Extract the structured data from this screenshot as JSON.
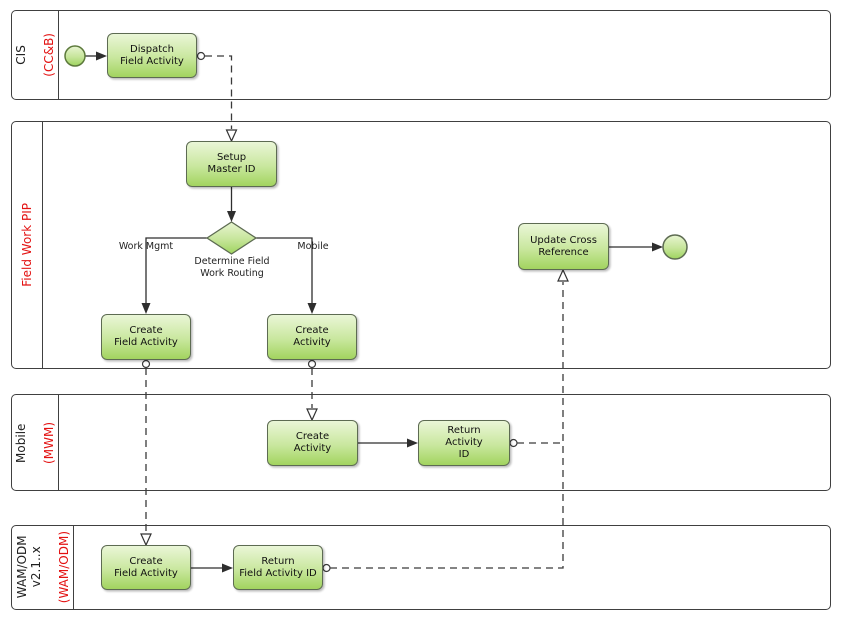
{
  "colors": {
    "label_red": "#e31212",
    "node_fill_top": "#eaf6d7",
    "node_fill_bottom": "#a2d45f",
    "node_border": "#5d6b52",
    "lane_border": "#404040",
    "line": "#333333",
    "event_fill": "#c4e591",
    "event_border": "#5d7a3c"
  },
  "lanes": [
    {
      "system": "CIS",
      "sub": "(CC&B)"
    },
    {
      "system": "",
      "sub": "Field Work PIP"
    },
    {
      "system": "Mobile",
      "sub": "(MWM)"
    },
    {
      "system": "WAM/ODM\nv2.1..x",
      "sub": "(WAM/ODM)"
    }
  ],
  "nodes": {
    "dispatch": {
      "label": "Dispatch\nField Activity"
    },
    "setup": {
      "label": "Setup\nMaster ID"
    },
    "create_fa_pip": {
      "label": "Create\nField Activity"
    },
    "create_act_pip": {
      "label": "Create\nActivity"
    },
    "update_xref": {
      "label": "Update Cross\nReference"
    },
    "create_act_mwm": {
      "label": "Create\nActivity"
    },
    "return_act_id": {
      "label": "Return\nActivity\nID"
    },
    "create_fa_wam": {
      "label": "Create\nField Activity"
    },
    "return_fa_id": {
      "label": "Return\nField Activity ID"
    }
  },
  "labels": {
    "gateway": "Determine Field\nWork Routing",
    "branch_left": "Work Mgmt",
    "branch_right": "Mobile"
  }
}
